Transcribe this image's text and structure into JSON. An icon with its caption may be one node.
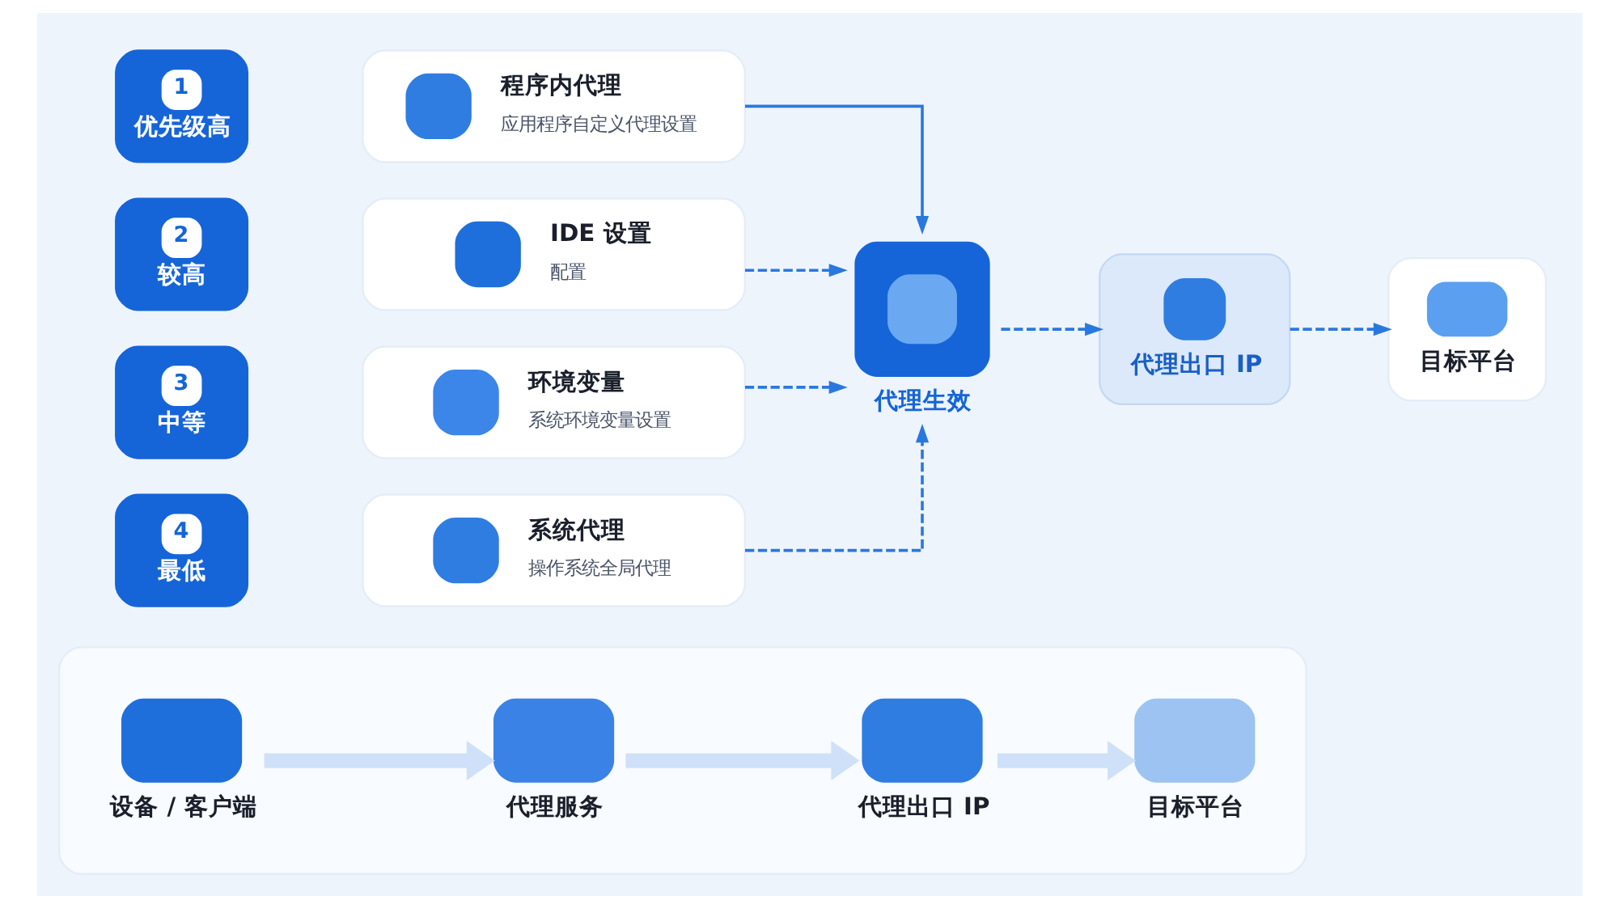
{
  "diagram": {
    "nodes": [
      {
        "text": [
          "1",
          "优先级高"
        ]
      },
      {
        "text": [
          "程序内代理",
          "应用程序自定义代理设置"
        ]
      },
      {
        "text": [
          "2",
          "较高"
        ]
      },
      {
        "text": [
          "IDE 设置",
          "配置"
        ]
      },
      {
        "text": [
          "3",
          "中等"
        ]
      },
      {
        "text": [
          "环境变量",
          "系统环境变量设置"
        ]
      },
      {
        "text": [
          "4",
          "最低"
        ]
      },
      {
        "text": [
          "系统代理",
          "操作系统全局代理"
        ]
      },
      {
        "text": [
          "代理生效"
        ]
      },
      {
        "text": [
          "代理出口 IP"
        ]
      },
      {
        "text": [
          "目标平台"
        ]
      },
      {
        "text": [],
        "shape": "box"
      },
      {
        "text": [
          "设备 / 客户端"
        ],
        "in": 11
      },
      {
        "text": [
          "代理服务"
        ],
        "in": 11
      },
      {
        "text": [
          "代理出口 IP"
        ],
        "in": 11
      },
      {
        "text": [
          "目标平台"
        ],
        "in": 11
      }
    ],
    "edges": [
      {
        "from": 1,
        "to": 8,
        "arrow": "to"
      },
      {
        "from": 3,
        "to": 8,
        "arrow": "to",
        "style": "dashed"
      },
      {
        "from": 5,
        "to": 8,
        "arrow": "to",
        "style": "dashed"
      },
      {
        "from": 7,
        "to": 8,
        "arrow": "to",
        "style": "dashed"
      },
      {
        "from": 8,
        "to": 9,
        "arrow": "to",
        "style": "dashed"
      },
      {
        "from": 9,
        "to": 10,
        "arrow": "to",
        "style": "dashed"
      },
      {
        "from": 12,
        "to": 13,
        "arrow": "to",
        "style": "thick",
        "color": "#cfe1f8"
      },
      {
        "from": 13,
        "to": 14,
        "arrow": "to",
        "style": "thick",
        "color": "#cfe1f8"
      },
      {
        "from": 14,
        "to": 15,
        "arrow": "to",
        "style": "thick",
        "color": "#cfe1f8"
      }
    ]
  }
}
